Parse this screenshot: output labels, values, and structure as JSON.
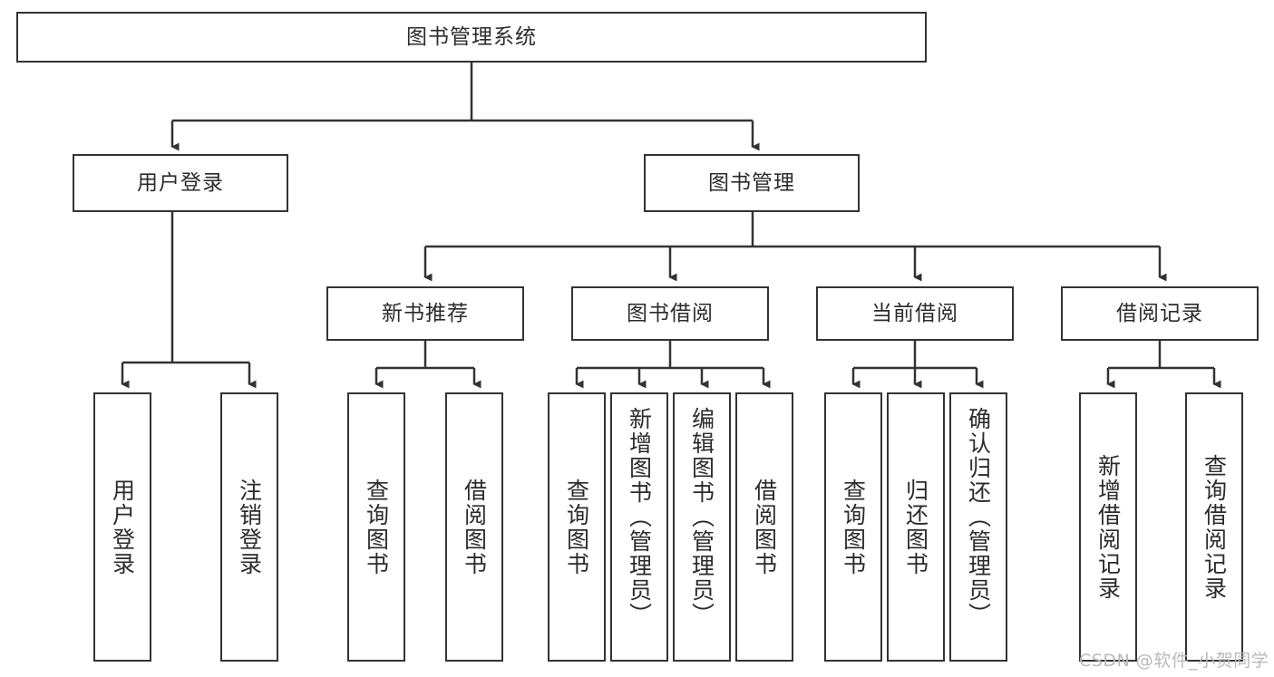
{
  "diagram": {
    "title": "图书管理系统",
    "type": "tree-hierarchy",
    "root": {
      "label": "图书管理系统"
    },
    "level2": [
      {
        "label": "用户登录"
      },
      {
        "label": "图书管理"
      }
    ],
    "level3": [
      {
        "label": "新书推荐"
      },
      {
        "label": "图书借阅"
      },
      {
        "label": "当前借阅"
      },
      {
        "label": "借阅记录"
      }
    ],
    "leaves": {
      "user_login": [
        {
          "label": "用户登录"
        },
        {
          "label": "注销登录"
        }
      ],
      "new_book_recommend": [
        {
          "label": "查询图书"
        },
        {
          "label": "借阅图书"
        }
      ],
      "book_borrow": [
        {
          "label": "查询图书"
        },
        {
          "label": "新增图书（管理员）"
        },
        {
          "label": "编辑图书（管理员）"
        },
        {
          "label": "借阅图书"
        }
      ],
      "current_borrow": [
        {
          "label": "查询图书"
        },
        {
          "label": "归还图书"
        },
        {
          "label": "确认归还（管理员）"
        }
      ],
      "borrow_record": [
        {
          "label": "新增借阅记录"
        },
        {
          "label": "查询借阅记录"
        }
      ]
    }
  },
  "watermark": {
    "text": "CSDN @软件_小贺同学"
  },
  "colors": {
    "stroke": "#333333",
    "box_fill": "#ffffff",
    "text": "#2b2b2b",
    "watermark": "#b9b9b9"
  }
}
